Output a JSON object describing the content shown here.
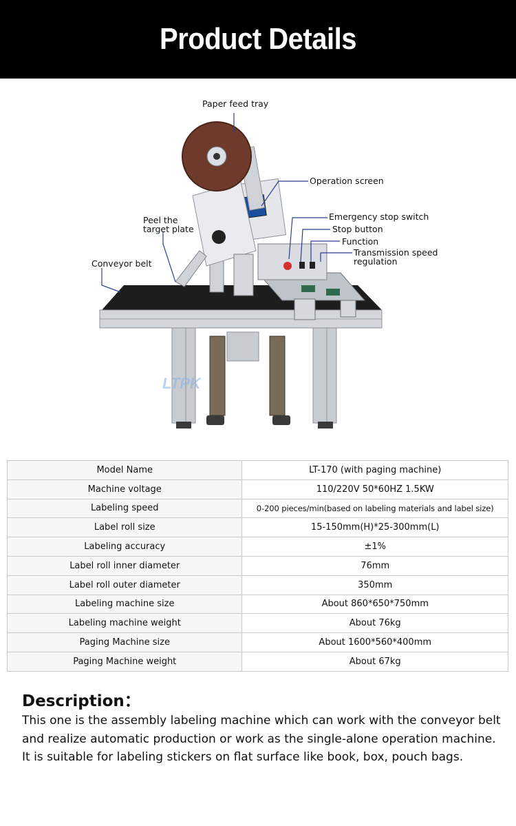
{
  "header": {
    "title": "Product Details"
  },
  "figure": {
    "watermark": "LTPK",
    "callouts": {
      "paper_feed_tray": "Paper feed tray",
      "operation_screen": "Operation screen",
      "peel_target_plate": "Peel the target plate",
      "conveyor_belt": "Conveyor belt",
      "emergency_stop_switch": "Emergency stop switch",
      "stop_button": "Stop button",
      "function": "Function",
      "transmission_speed": "Transmission speed regulation"
    },
    "colors": {
      "leader_line": "#2a3f8f",
      "frame": "#c8ccd1",
      "belt": "#1d1d1d",
      "reel": "#6e3a2c"
    }
  },
  "specs": [
    {
      "label": "Model Name",
      "value": "LT-170 (with paging machine)"
    },
    {
      "label": "Machine voltage",
      "value": "110/220V 50*60HZ 1.5KW"
    },
    {
      "label": "Labeling speed",
      "value": "0-200 pieces/min(based on labeling materials and label size)"
    },
    {
      "label": "Label roll size",
      "value": "15-150mm(H)*25-300mm(L)"
    },
    {
      "label": "Labeling accuracy",
      "value": "±1%"
    },
    {
      "label": "Label roll inner diameter",
      "value": "76mm"
    },
    {
      "label": "Label roll outer diameter",
      "value": "350mm"
    },
    {
      "label": "Labeling machine size",
      "value": "About 860*650*750mm"
    },
    {
      "label": "Labeling machine weight",
      "value": "About 76kg"
    },
    {
      "label": "Paging Machine size",
      "value": "About 1600*560*400mm"
    },
    {
      "label": "Paging Machine weight",
      "value": "About 67kg"
    }
  ],
  "description": {
    "title": "Description：",
    "body": "This one is the assembly labeling machine which can work with the conveyor belt and realize automatic production or work as the single-alone operation machine. It is suitable for labeling stickers on flat surface like book, box, pouch bags."
  }
}
